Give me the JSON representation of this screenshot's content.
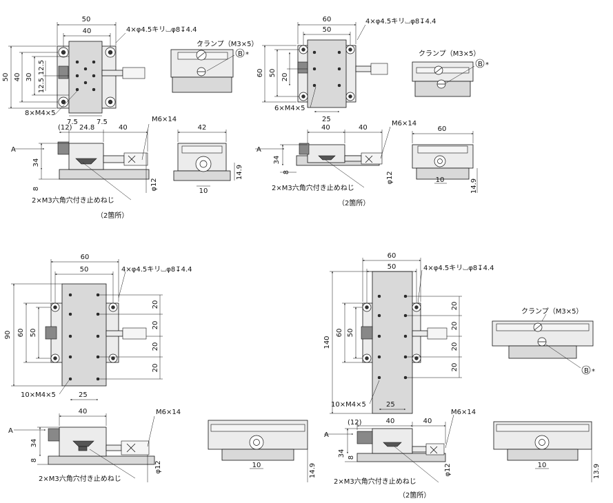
{
  "holes4": "4×φ4.5キリ⌴φ8↧4.4",
  "clamp": "クランプ（M3×5）",
  "b_marker": "B",
  "asterisk": "*",
  "setscrew": "2×M3六角穴付き止めねじ",
  "two_places": "（2箇所）",
  "m6": "M6×14",
  "phi12": "φ12",
  "arrow_a": "A",
  "s1": {
    "w50": "50",
    "w40": "40",
    "h50": "50",
    "h40": "40",
    "h30": "30",
    "v125a": "12.5",
    "v125b": "12.5",
    "taps": "8×M4×5",
    "b75a": "7.5",
    "b75b": "7.5",
    "s12": "(12)",
    "s248": "24.8",
    "s40": "40",
    "h34": "34",
    "h8": "8",
    "w42": "42",
    "w10": "10",
    "h149": "14.9"
  },
  "s2": {
    "w60": "60",
    "w50": "50",
    "h60": "60",
    "h50": "50",
    "h20": "20",
    "taps": "6×M4×5",
    "b25": "25",
    "s40a": "40",
    "s40b": "40",
    "h34": "34",
    "h8": "8",
    "w60e": "60",
    "w10": "10",
    "h149": "14.9"
  },
  "s3": {
    "w60": "60",
    "w50": "50",
    "h90": "90",
    "h60": "60",
    "h50": "50",
    "r20a": "20",
    "r20b": "20",
    "r20c": "20",
    "r20d": "20",
    "taps": "10×M4×5",
    "b25": "25",
    "s40": "40",
    "h34": "34",
    "h8": "8",
    "w10": "10",
    "h149": "14.9"
  },
  "s4": {
    "w60": "60",
    "w50": "50",
    "h140": "140",
    "h60": "60",
    "h50": "50",
    "r20a": "20",
    "r20b": "20",
    "r20c": "20",
    "r20d": "20",
    "taps": "10×M4×5",
    "b25": "25",
    "s12": "(12)",
    "s40a": "40",
    "s40b": "40",
    "h34": "34",
    "h8": "8",
    "w10": "10",
    "h139": "13.9"
  }
}
